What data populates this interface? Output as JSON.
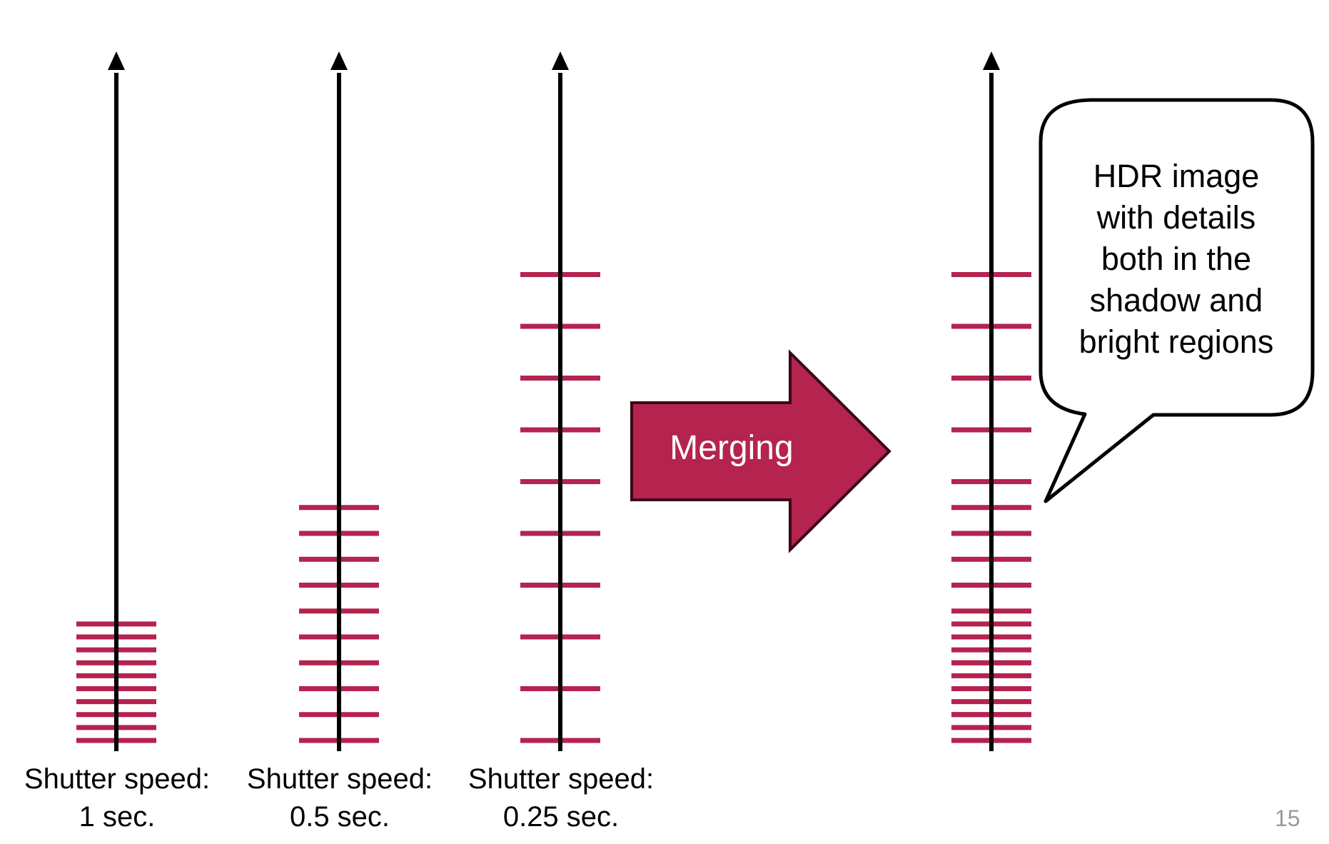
{
  "exposures": [
    {
      "line1": "Shutter speed:",
      "line2": "1 sec.",
      "levels": 10,
      "span": 0.25
    },
    {
      "line1": "Shutter speed:",
      "line2": "0.5 sec.",
      "levels": 10,
      "span": 0.5
    },
    {
      "line1": "Shutter speed:",
      "line2": "0.25 sec.",
      "levels": 10,
      "span": 1.0
    }
  ],
  "merge_arrow": {
    "label": "Merging"
  },
  "callout": {
    "lines": [
      "HDR image",
      "with details",
      "both in the",
      "shadow and",
      "bright regions"
    ]
  },
  "page_number": "15",
  "colors": {
    "tick": "#b5234f",
    "arrow_fill": "#b5234f",
    "arrow_stroke": "#3a0716",
    "axis": "#000000"
  }
}
